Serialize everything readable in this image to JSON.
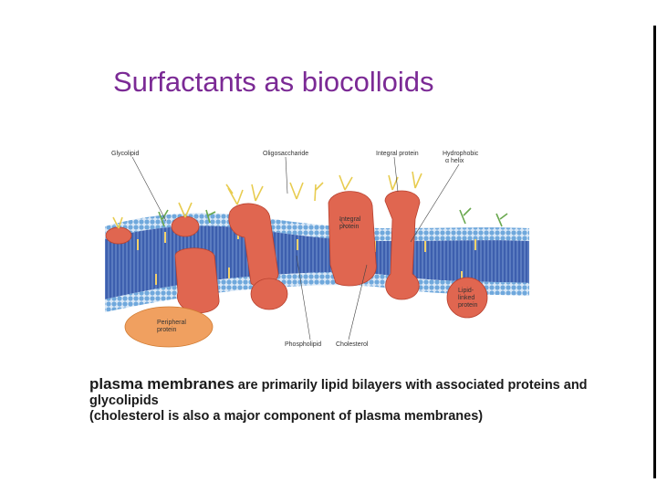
{
  "slide": {
    "title": "Surfactants as biocolloids"
  },
  "figure": {
    "labels": {
      "glycolipid": "Glycolipid",
      "oligosaccharide": "Oligosaccharide",
      "integral_protein_top": "Integral protein",
      "hydrophobic_helix_1": "Hydrophobic",
      "hydrophobic_helix_2": "α helix",
      "integral_protein_inner_1": "Integral",
      "integral_protein_inner_2": "protein",
      "lipid_linked_1": "Lipid-",
      "lipid_linked_2": "linked",
      "lipid_linked_3": "protein",
      "peripheral_1": "Peripheral",
      "peripheral_2": "protein",
      "phospholipid": "Phospholipid",
      "cholesterol": "Cholesterol"
    },
    "colors": {
      "head_blue": "#6fa8dc",
      "tail_blue": "#3d5fae",
      "protein": "#e06650",
      "peripheral": "#f0a060",
      "sugar_yellow": "#e8cc50",
      "sugar_green": "#6aa84f"
    }
  },
  "caption": {
    "line1_bold": "plasma membranes",
    "line1_rest": " are primarily lipid bilayers with associated proteins and",
    "line2": "glycolipids",
    "line3": "(cholesterol is also a major component of plasma membranes)"
  }
}
